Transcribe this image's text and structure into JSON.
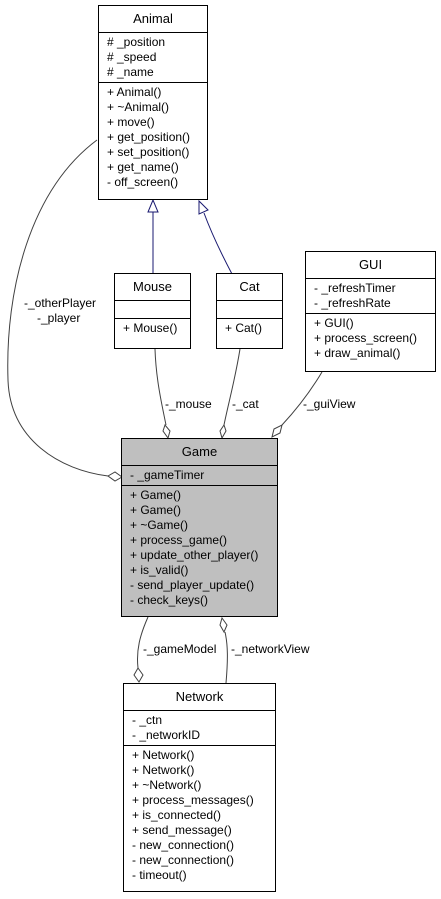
{
  "classes": {
    "animal": {
      "title": "Animal",
      "attributes": [
        "# _position",
        "# _speed",
        "# _name"
      ],
      "operations": [
        "+ Animal()",
        "+ ~Animal()",
        "+ move()",
        "+ get_position()",
        "+ set_position()",
        "+ get_name()",
        "- off_screen()"
      ]
    },
    "mouse": {
      "title": "Mouse",
      "attributes": [],
      "operations": [
        "+ Mouse()"
      ]
    },
    "cat": {
      "title": "Cat",
      "attributes": [],
      "operations": [
        "+ Cat()"
      ]
    },
    "gui": {
      "title": "GUI",
      "attributes": [
        "- _refreshTimer",
        "- _refreshRate"
      ],
      "operations": [
        "+ GUI()",
        "+ process_screen()",
        "+ draw_animal()"
      ]
    },
    "game": {
      "title": "Game",
      "attributes": [
        "- _gameTimer"
      ],
      "operations": [
        "+ Game()",
        "+ Game()",
        "+ ~Game()",
        "+ process_game()",
        "+ update_other_player()",
        "+ is_valid()",
        "- send_player_update()",
        "- check_keys()"
      ]
    },
    "network": {
      "title": "Network",
      "attributes": [
        "- _ctn",
        "- _networkID"
      ],
      "operations": [
        "+ Network()",
        "+ Network()",
        "+ ~Network()",
        "+ process_messages()",
        "+ is_connected()",
        "+ send_message()",
        "- new_connection()",
        "- new_connection()",
        "- timeout()"
      ]
    }
  },
  "edge_labels": {
    "other_player": "-_otherPlayer",
    "player": "-_player",
    "mouse": "-_mouse",
    "cat": "-_cat",
    "gui_view": "-_guiView",
    "game_model": "-_gameModel",
    "network_view": "-_networkView"
  },
  "colors": {
    "highlight": "#bfbfbf",
    "inheritance_edge": "#191970",
    "association_edge": "#404040"
  }
}
